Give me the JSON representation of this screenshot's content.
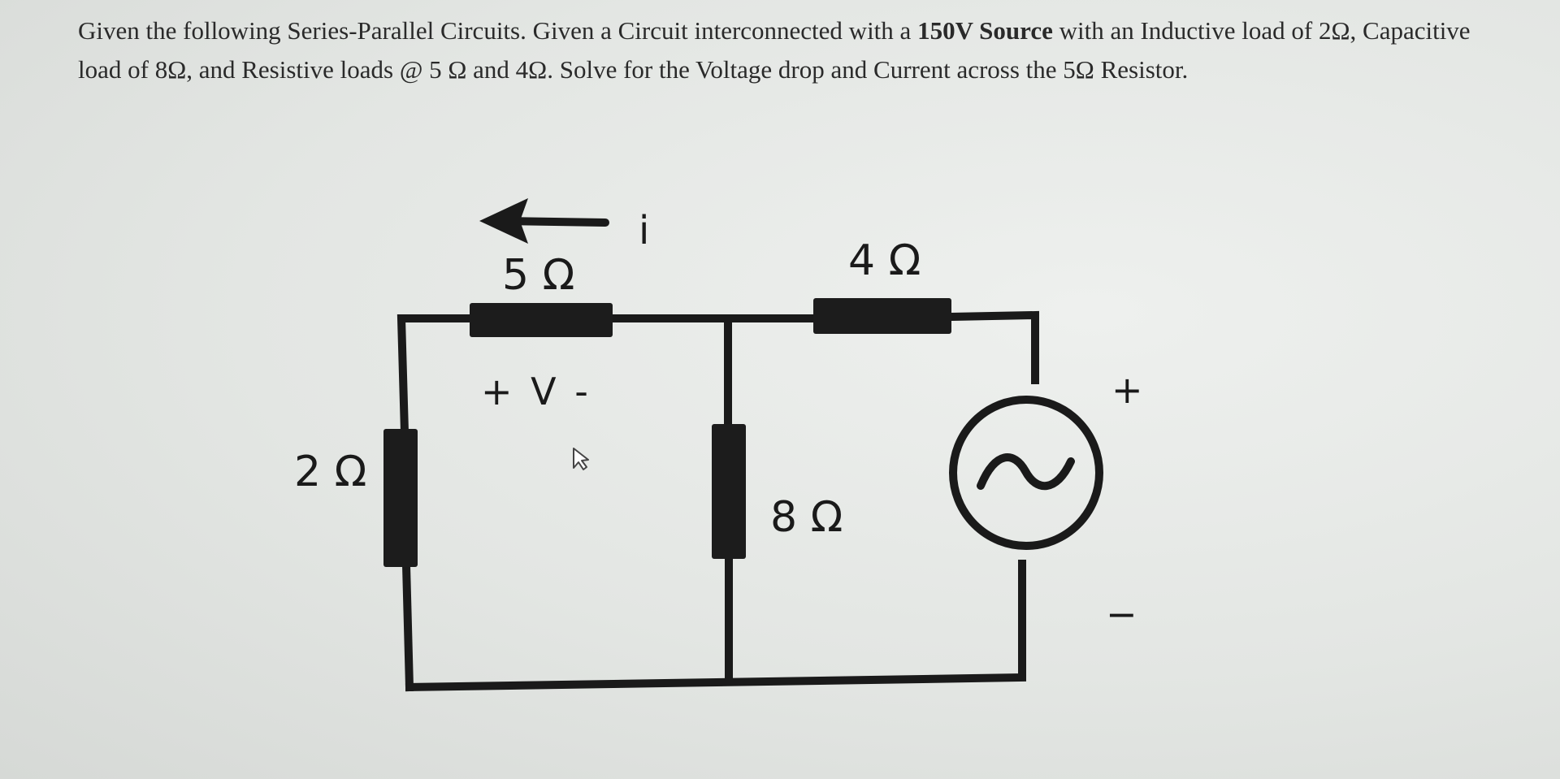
{
  "question": {
    "part1": "Given the following Series-Parallel Circuits. Given a Circuit interconnected with a ",
    "bold": "150V Source",
    "part2": " with an Inductive load of 2Ω, Capacitive load of 8Ω, and Resistive loads @ 5 Ω and 4Ω. Solve for the Voltage drop and Current across the 5Ω Resistor."
  },
  "circuit": {
    "r5_label": "5 Ω",
    "r4_label": "4 Ω",
    "r2_label": "2 Ω",
    "r8_label": "8 Ω",
    "current_label": "i",
    "voltage_label": "+ V -",
    "source_plus": "+",
    "source_minus": "−"
  }
}
